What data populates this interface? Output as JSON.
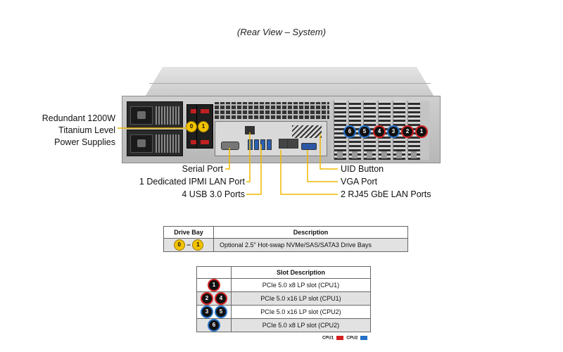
{
  "caption": "(Rear View – System)",
  "callouts": {
    "power_supplies": [
      "Redundant 1200W",
      "Titanium Level",
      "Power Supplies"
    ],
    "serial_port": "Serial Port",
    "ipmi_lan_port": "1 Dedicated IPMI LAN Port",
    "usb_ports": "4 USB 3.0 Ports",
    "uid_button": "UID Button",
    "vga_port": "VGA Port",
    "rj45_ports": "2 RJ45 GbE LAN Ports"
  },
  "drive_badges": [
    "0",
    "1"
  ],
  "slot_badges": [
    {
      "num": "6",
      "cpu": "CPU2"
    },
    {
      "num": "5",
      "cpu": "CPU2"
    },
    {
      "num": "4",
      "cpu": "CPU1"
    },
    {
      "num": "3",
      "cpu": "CPU2"
    },
    {
      "num": "2",
      "cpu": "CPU1"
    },
    {
      "num": "1",
      "cpu": "CPU1"
    }
  ],
  "drive_table": {
    "headers": [
      "Drive Bay",
      "Description"
    ],
    "row": {
      "badges": [
        "0",
        "1"
      ],
      "separator": "–",
      "description": "Optional 2.5\" Hot-swap NVMe/SAS/SATA3 Drive Bays"
    }
  },
  "slot_table": {
    "header": "Slot Description",
    "rows": [
      {
        "badges": [
          {
            "num": "1",
            "cpu": "CPU1"
          }
        ],
        "description": "PCIe 5.0 x8 LP slot (CPU1)"
      },
      {
        "badges": [
          {
            "num": "2",
            "cpu": "CPU1"
          },
          {
            "num": "4",
            "cpu": "CPU1"
          }
        ],
        "description": "PCIe 5.0 x16 LP slot (CPU1)"
      },
      {
        "badges": [
          {
            "num": "3",
            "cpu": "CPU2"
          },
          {
            "num": "5",
            "cpu": "CPU2"
          }
        ],
        "description": "PCIe 5.0 x16 LP slot (CPU2)"
      },
      {
        "badges": [
          {
            "num": "6",
            "cpu": "CPU2"
          }
        ],
        "description": "PCIe 5.0 x8 LP slot (CPU2)"
      }
    ]
  },
  "legend": {
    "cpu1_label": "CPU1",
    "cpu2_label": "CPU2",
    "cpu1_color": "#d42121",
    "cpu2_color": "#2471c7"
  },
  "colors": {
    "drive_badge": "#f2c200",
    "callout_line": "#f0b800"
  }
}
